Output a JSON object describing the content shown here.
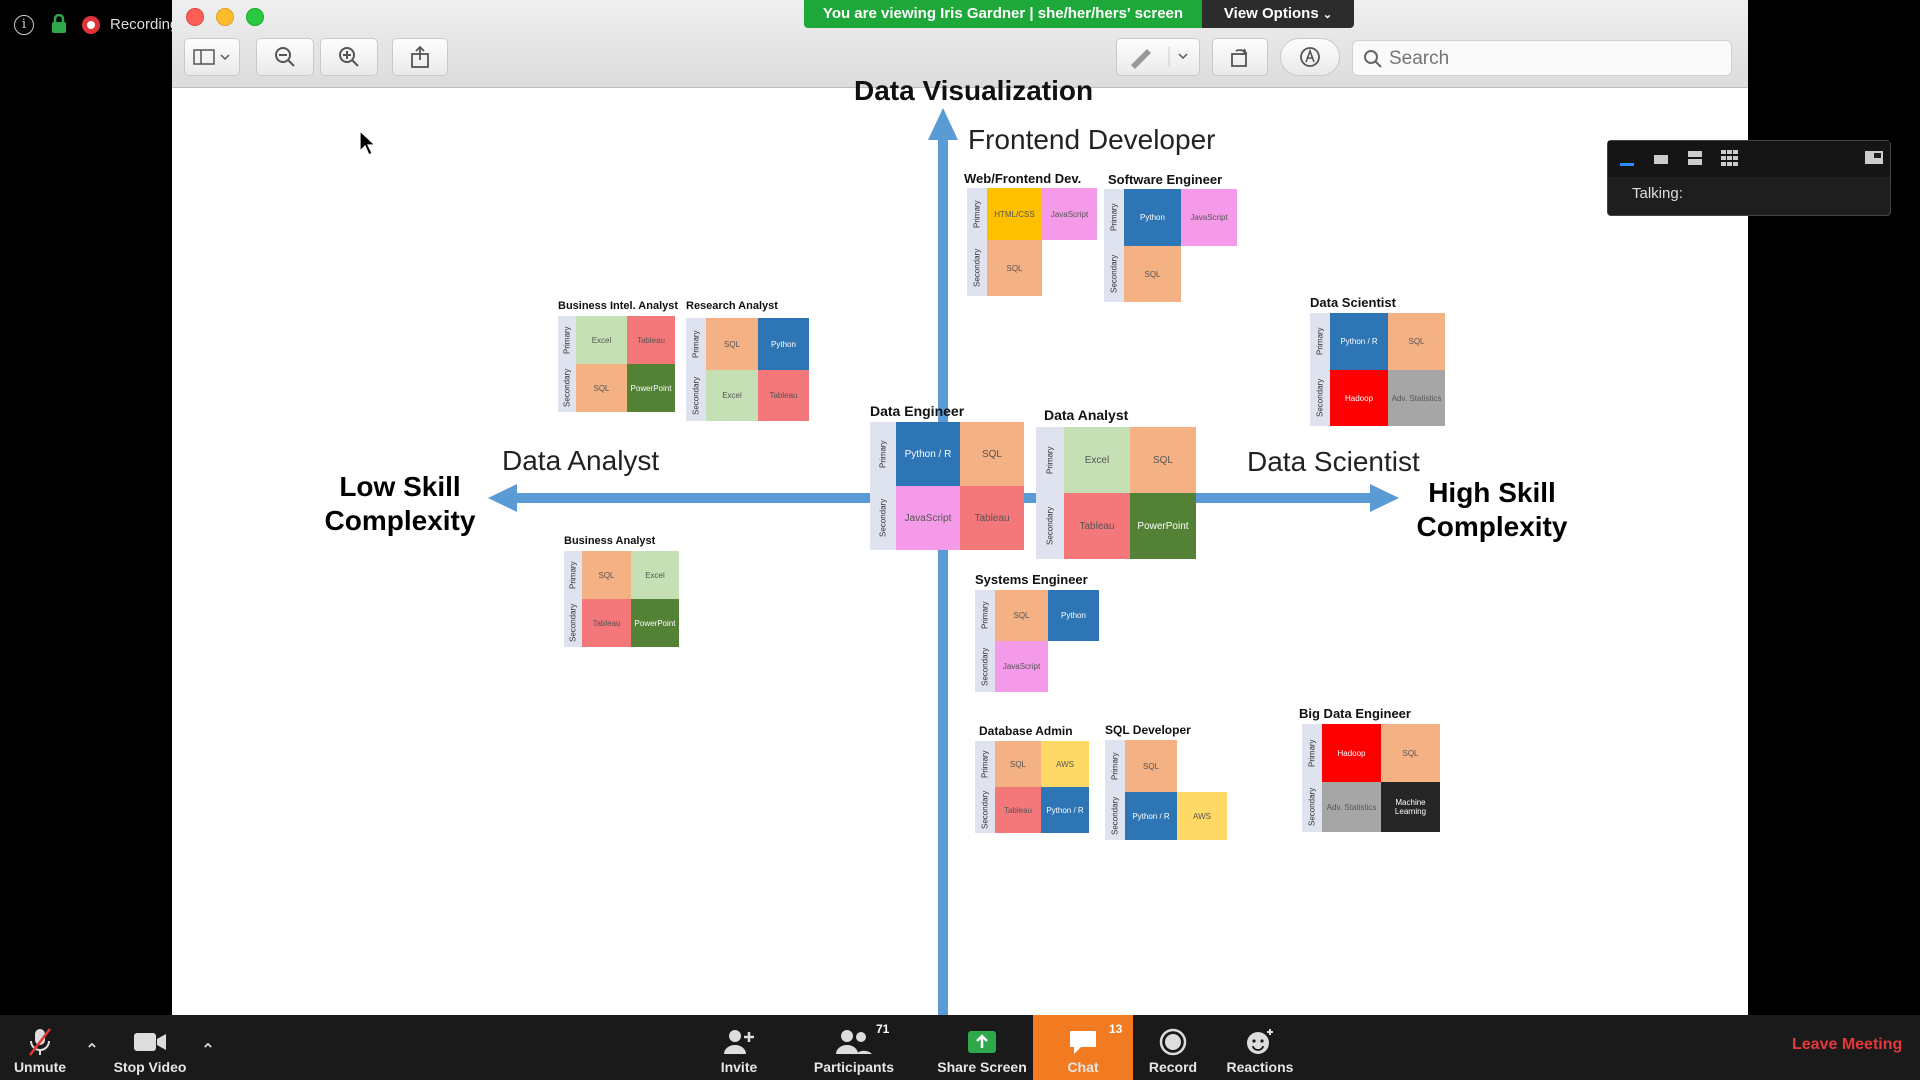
{
  "top_left": {
    "recording_label": "Recording",
    "icons": [
      "info-icon",
      "lock-icon",
      "record-dot-icon"
    ]
  },
  "window": {
    "share_banner": "You are viewing Iris Gardner | she/her/hers' screen",
    "view_options": "View Options",
    "search_placeholder": "Search",
    "toolbar_icons": [
      "sidebar-toggle-icon",
      "zoom-out-icon",
      "zoom-in-icon",
      "share-export-icon",
      "pen-markup-icon",
      "rotate-icon",
      "annotate-icon",
      "search-icon"
    ]
  },
  "slide": {
    "title_top": "Data Visualization",
    "quad_top": "Frontend Developer",
    "quad_left": "Data Analyst",
    "quad_right": "Data Scientist",
    "low_skill": "Low Skill Complexity",
    "high_skill": "High Skill Complexity",
    "primary_label": "Primary",
    "secondary_label": "Secondary",
    "cards": [
      {
        "id": "web-frontend",
        "title": "Web/Frontend Dev.",
        "primary": [
          "HTML/CSS",
          "JavaScript"
        ],
        "secondary": [
          "SQL"
        ]
      },
      {
        "id": "software-engineer",
        "title": "Software Engineer",
        "primary": [
          "Python",
          "JavaScript"
        ],
        "secondary": [
          "SQL"
        ]
      },
      {
        "id": "bi-analyst",
        "title": "Business Intel. Analyst",
        "primary": [
          "Excel",
          "Tableau"
        ],
        "secondary": [
          "SQL",
          "PowerPoint"
        ]
      },
      {
        "id": "research-analyst",
        "title": "Research Analyst",
        "primary": [
          "SQL",
          "Python"
        ],
        "secondary": [
          "Excel",
          "Tableau"
        ]
      },
      {
        "id": "data-scientist-card",
        "title": "Data Scientist",
        "primary": [
          "Python / R",
          "SQL"
        ],
        "secondary": [
          "Hadoop",
          "Adv. Statistics"
        ]
      },
      {
        "id": "data-engineer",
        "title": "Data Engineer",
        "primary": [
          "Python / R",
          "SQL"
        ],
        "secondary": [
          "JavaScript",
          "Tableau"
        ]
      },
      {
        "id": "data-analyst-card",
        "title": "Data Analyst",
        "primary": [
          "Excel",
          "SQL"
        ],
        "secondary": [
          "Tableau",
          "PowerPoint"
        ]
      },
      {
        "id": "business-analyst",
        "title": "Business Analyst",
        "primary": [
          "SQL",
          "Excel"
        ],
        "secondary": [
          "Tableau",
          "PowerPoint"
        ]
      },
      {
        "id": "systems-engineer",
        "title": "Systems Engineer",
        "primary": [
          "SQL",
          "Python"
        ],
        "secondary": [
          "JavaScript"
        ]
      },
      {
        "id": "database-admin",
        "title": "Database Admin",
        "primary": [
          "SQL",
          "AWS"
        ],
        "secondary": [
          "Tableau",
          "Python / R"
        ]
      },
      {
        "id": "sql-developer",
        "title": "SQL Developer",
        "primary": [
          "SQL"
        ],
        "secondary": [
          "Python / R",
          "AWS"
        ]
      },
      {
        "id": "big-data-engineer",
        "title": "Big Data Engineer",
        "primary": [
          "Hadoop",
          "SQL"
        ],
        "secondary": [
          "Adv. Statistics",
          "Machine Learning"
        ]
      }
    ],
    "colors": {
      "arrow": "#5b9bd5",
      "excel": "#c5e0b4",
      "tableau": "#f4777a",
      "sql": "#f4b183",
      "powerpoint": "#538135",
      "python": "#2e75b6",
      "javascript": "#f49ae8",
      "html": "#ffc000",
      "hadoop": "#ff0000",
      "adv_stats": "#a6a6a6",
      "aws": "#ffd966",
      "ml": "#262626"
    }
  },
  "gallery_popup": {
    "talking_label": "Talking:",
    "icons": [
      "minimize-icon",
      "speaker-view-icon",
      "strip-view-icon",
      "grid-view-icon",
      "exit-fullscreen-icon"
    ]
  },
  "bottom_bar": {
    "unmute": "Unmute",
    "stop_video": "Stop Video",
    "invite": "Invite",
    "participants": "Participants",
    "participants_count": "71",
    "share_screen": "Share Screen",
    "chat": "Chat",
    "chat_count": "13",
    "record": "Record",
    "reactions": "Reactions",
    "leave": "Leave Meeting"
  }
}
